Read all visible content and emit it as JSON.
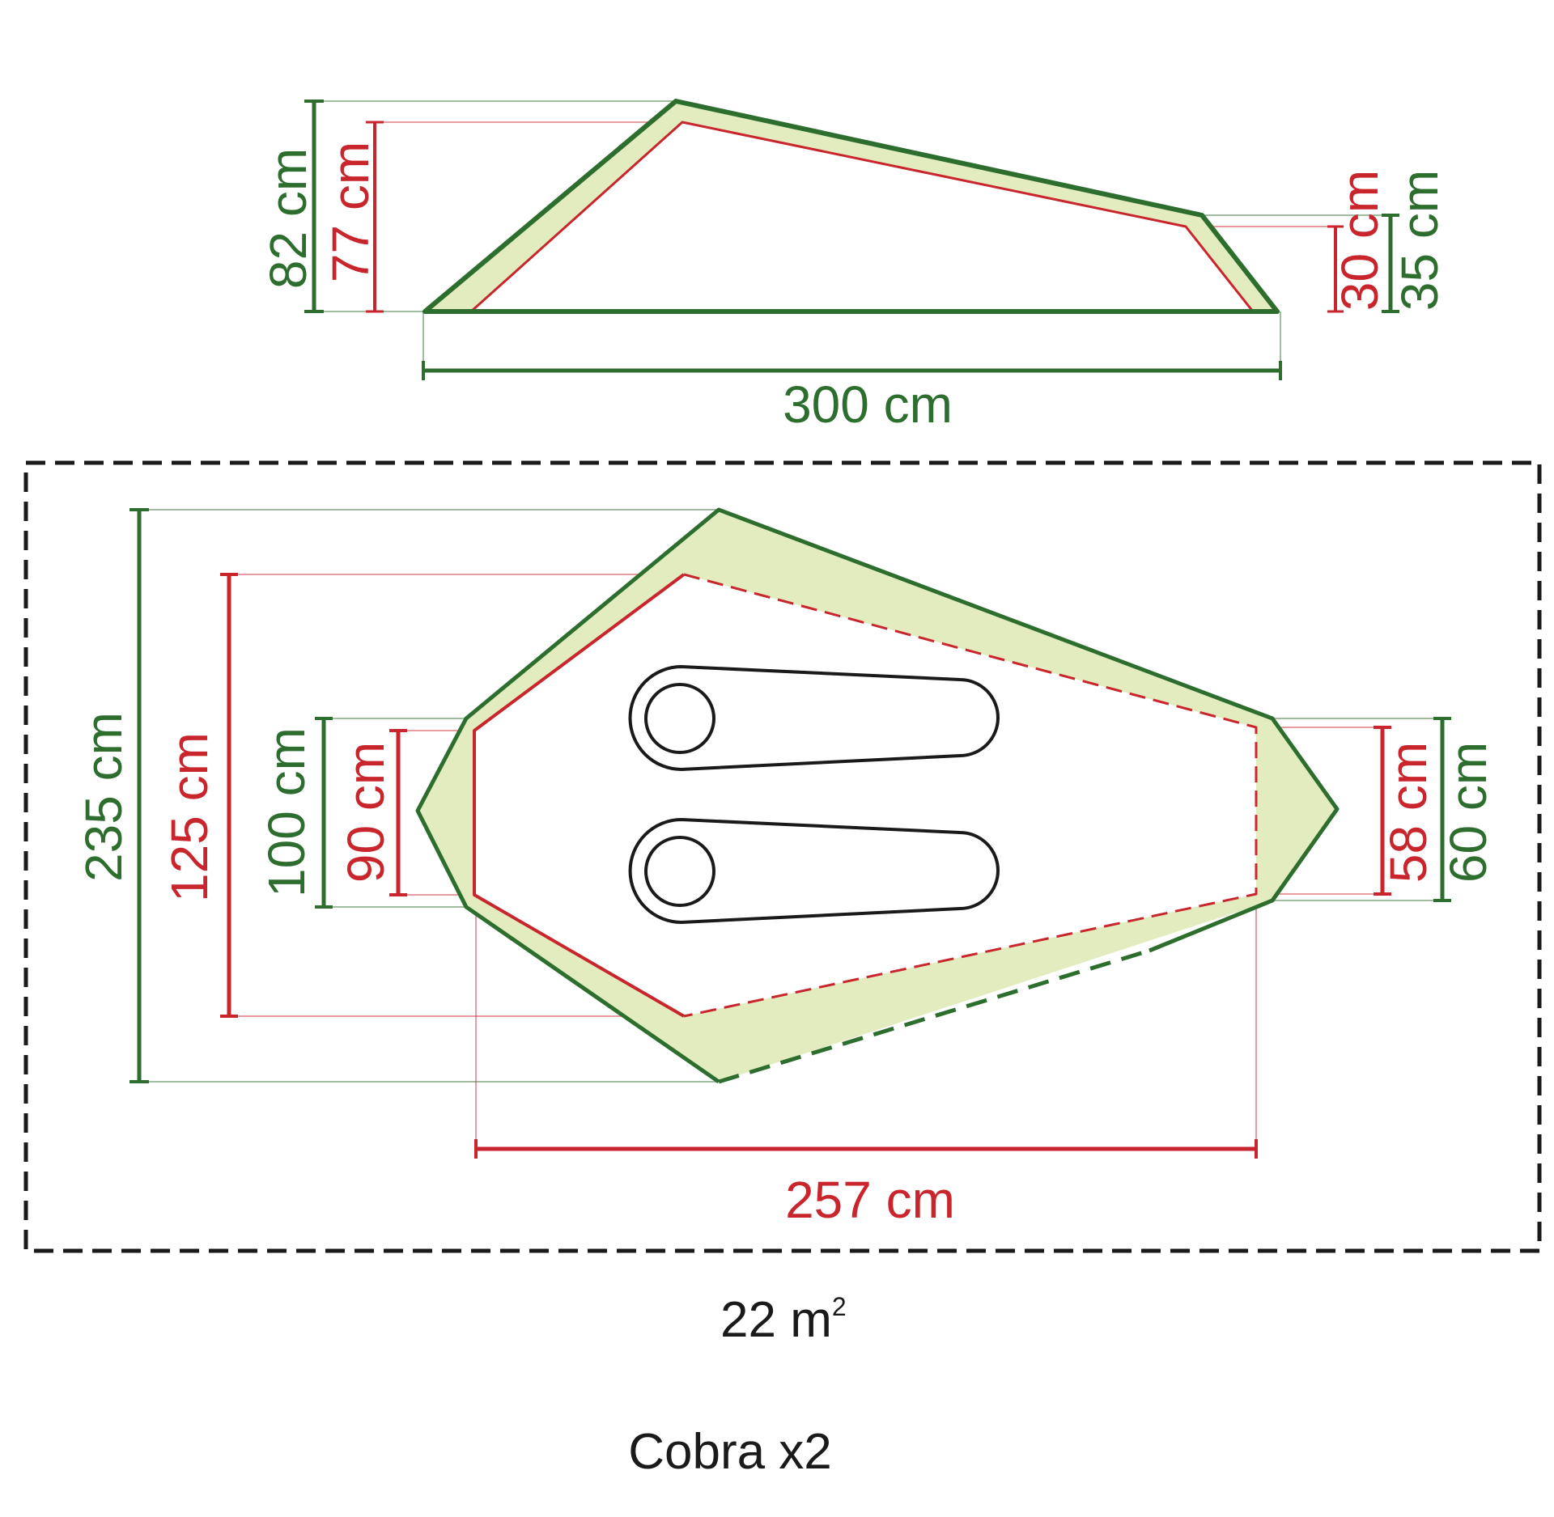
{
  "model_name": "Cobra x2",
  "area": {
    "value": "22 m",
    "exponent": "2"
  },
  "colors": {
    "outer": "#2d6e2f",
    "inner": "#c8262c",
    "fill": "#e3ecbf",
    "footprint": "#1a1a1a"
  },
  "side_view": {
    "outer_height": "82 cm",
    "inner_height": "77 cm",
    "inner_rear_height": "30 cm",
    "outer_rear_height": "35 cm",
    "outer_length": "300 cm"
  },
  "top_view": {
    "outer_width": "235 cm",
    "inner_width": "125 cm",
    "outer_front_width": "100 cm",
    "inner_front_width": "90 cm",
    "inner_rear_width": "58 cm",
    "outer_rear_width": "60 cm",
    "inner_length": "257 cm"
  }
}
